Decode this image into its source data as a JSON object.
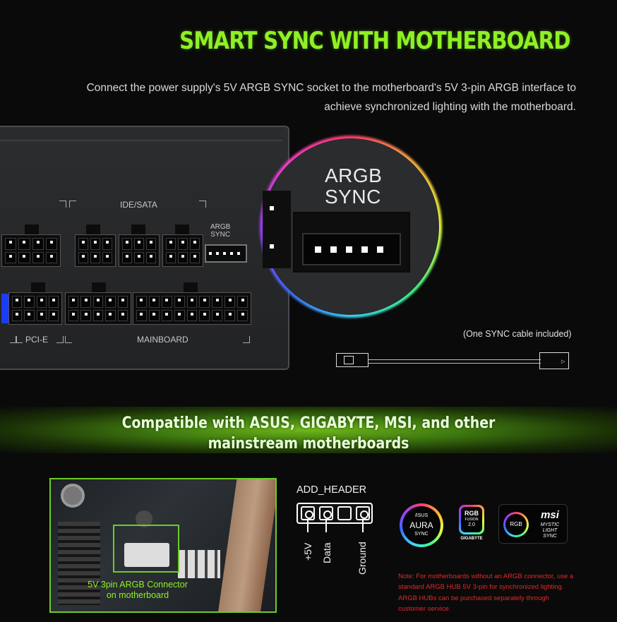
{
  "header": {
    "title": "SMART SYNC WITH MOTHERBOARD",
    "description_line1": "Connect the power supply's 5V ARGB SYNC socket to the motherboard's 5V 3-pin ARGB interface to",
    "description_line2": "achieve synchronized lighting with the motherboard."
  },
  "psu": {
    "label_ide_sata": "IDE/SATA",
    "label_argb_1": "ARGB",
    "label_argb_2": "SYNC",
    "label_pcie": "PCI-E",
    "label_mainboard": "MAINBOARD"
  },
  "zoom": {
    "label_line1": "ARGB",
    "label_line2": "SYNC"
  },
  "cable": {
    "note": "(One SYNC cable included)"
  },
  "banner": {
    "line1": "Compatible with ASUS, GIGABYTE, MSI, and other",
    "line2": "mainstream motherboards"
  },
  "motherboard": {
    "label_line1": "5V 3pin ARGB Connector",
    "label_line2": "on motherboard"
  },
  "add_header": {
    "title": "ADD_HEADER",
    "pins": [
      "+5V",
      "Data",
      "Ground"
    ]
  },
  "logos": {
    "asus_brand": "/ISUS",
    "asus_line1": "AURA",
    "asus_line2": "SYNC",
    "gigabyte_badge_1": "RGB",
    "gigabyte_badge_2": "FUSION",
    "gigabyte_badge_3": "2.0",
    "gigabyte_brand": "GIGABYTE",
    "msi_brand": "msi",
    "msi_ring": "RGB",
    "msi_line1": "MYSTIC",
    "msi_line2": "LIGHT",
    "msi_line3": "SYNC"
  },
  "note": {
    "text": "Note: For motherboards without an ARGB connector, use a standard ARGB HUB 5V 3-pin for synchronized lighting. ARGB HUBs can be purchased separately through customer service."
  },
  "colors": {
    "accent_green": "#8ff024",
    "note_red": "#e02a2a",
    "background": "#0a0a0a"
  }
}
